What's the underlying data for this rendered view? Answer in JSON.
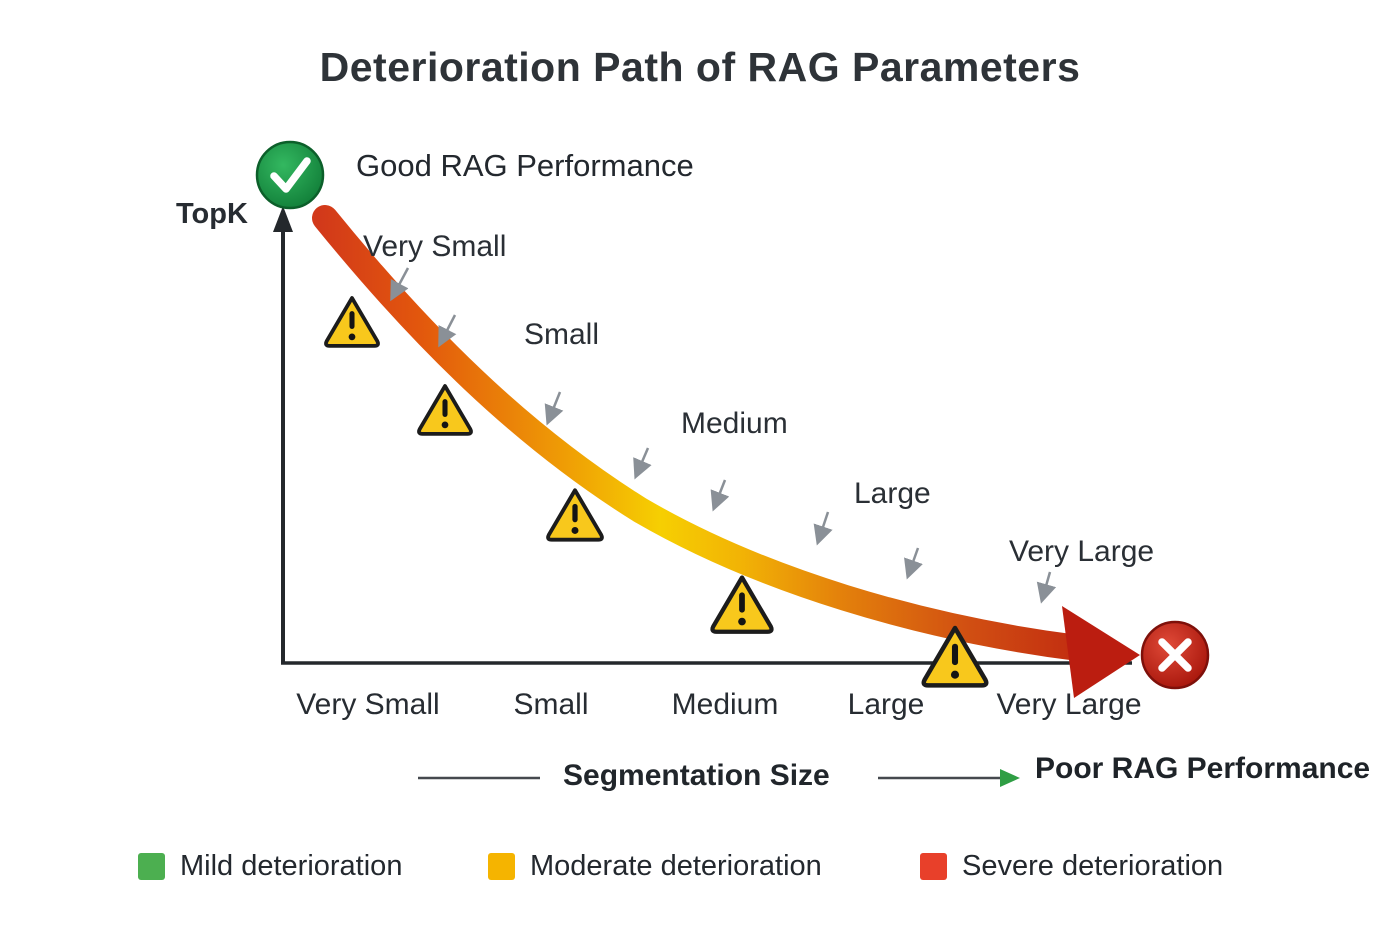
{
  "title": "Deterioration Path of RAG Parameters",
  "start_state": {
    "label": "Good RAG Performance",
    "icon": "check-circle",
    "color": "#17913f"
  },
  "end_state": {
    "label": "Poor RAG Performance",
    "icon": "x-circle",
    "color": "#c4261a"
  },
  "y_axis": {
    "label": "TopK"
  },
  "x_axis": {
    "label": "Segmentation Size",
    "ticks": [
      "Very Small",
      "Small",
      "Medium",
      "Large",
      "Very Large"
    ]
  },
  "curve": {
    "labels": [
      "Very Small",
      "Small",
      "Medium",
      "Large",
      "Very Large"
    ],
    "gradient": [
      "#d2391a",
      "#ef9c05",
      "#f6cf02",
      "#e4820b",
      "#bb1d10"
    ],
    "warning_icon_count": 5
  },
  "legend": [
    {
      "label": "Mild deterioration",
      "color": "#4caf50"
    },
    {
      "label": "Moderate deterioration",
      "color": "#f5b400"
    },
    {
      "label": "Severe deterioration",
      "color": "#e8402a"
    }
  ]
}
